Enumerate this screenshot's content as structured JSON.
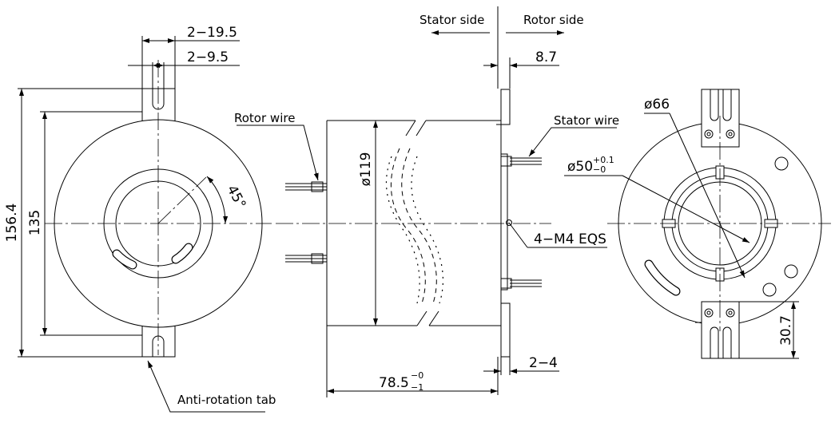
{
  "labels": {
    "stator_side": "Stator side",
    "rotor_side": "Rotor side",
    "rotor_wire": "Rotor wire",
    "stator_wire": "Stator wire",
    "anti_rotation_tab": "Anti-rotation tab"
  },
  "dimensions": {
    "tab_span": "2−19.5",
    "tab_slot": "2−9.5",
    "overall_height": "156.4",
    "flange_height": "135",
    "angle": "45°",
    "body_diameter": "ø119",
    "stator_thickness": "8.7",
    "mount_thickness": "2−4",
    "length_main": "78.5",
    "length_tol_upper": "−0",
    "length_tol_lower": "−1",
    "screws": "4−M4  EQS",
    "pcd": "ø66",
    "bore_main": "ø50",
    "bore_tol_upper": "+0.1",
    "bore_tol_lower": "−0",
    "tab_height": "30.7"
  }
}
